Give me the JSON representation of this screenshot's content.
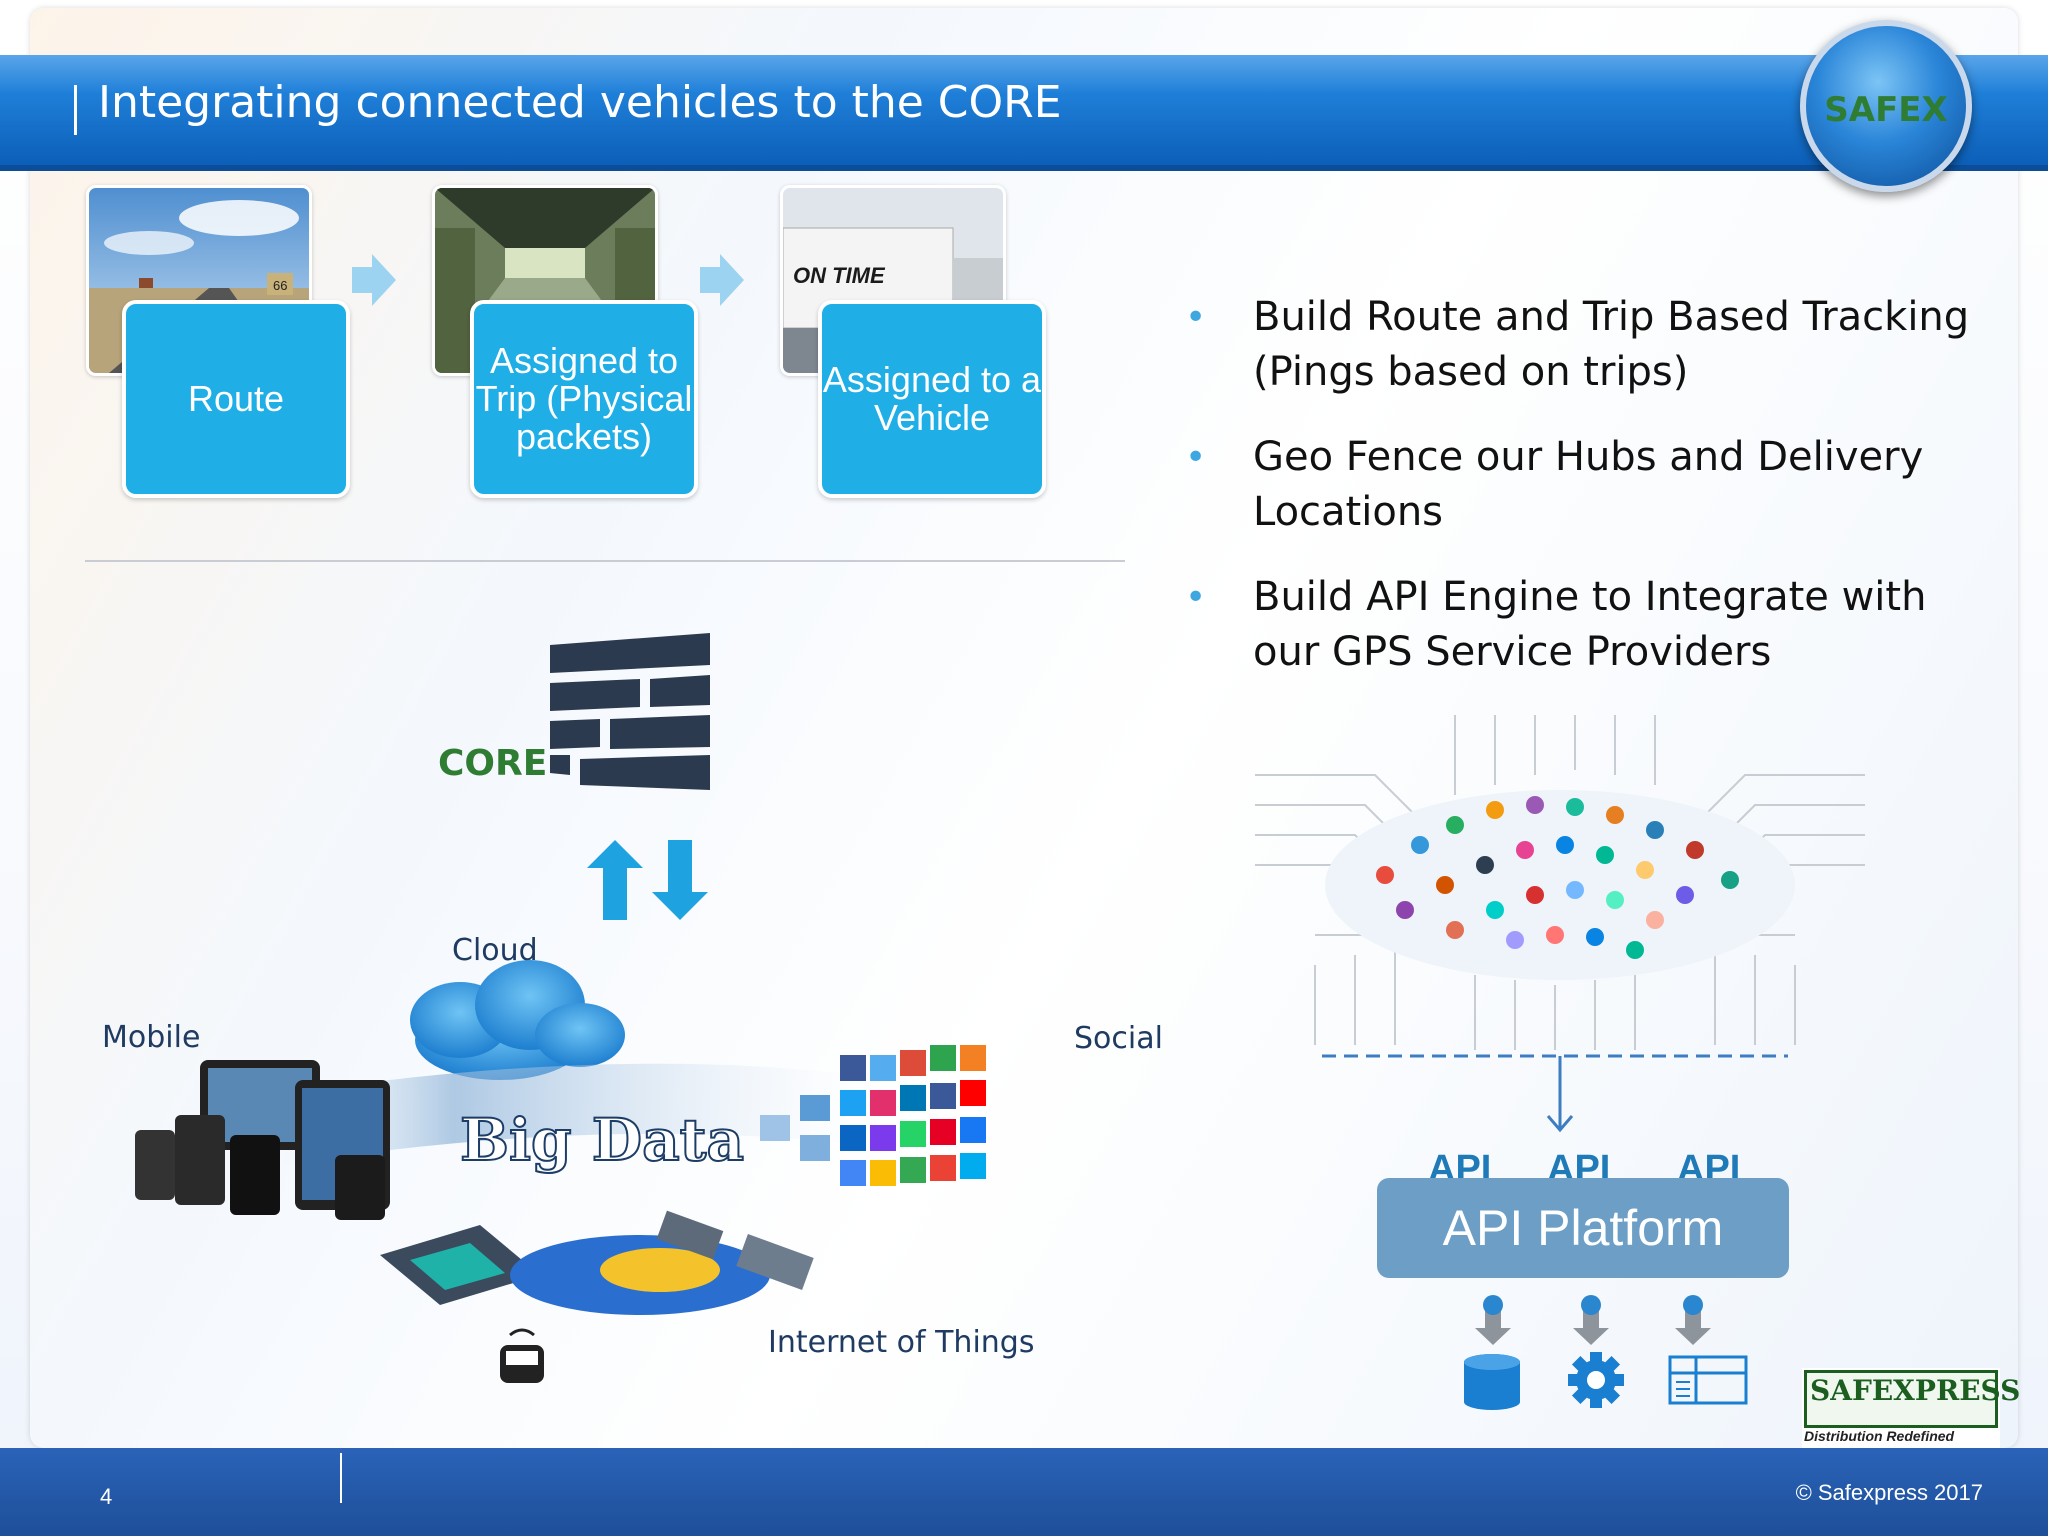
{
  "header": {
    "title": "Integrating connected vehicles to the CORE",
    "badge": "SAFEX"
  },
  "flow": [
    {
      "label": "Route"
    },
    {
      "label": "Assigned to Trip (Physical packets)"
    },
    {
      "label": "Assigned to a Vehicle"
    }
  ],
  "photo_text": {
    "truck_sign": "ON TIME",
    "route_sign": "66"
  },
  "bullets": [
    "Build Route and Trip Based Tracking (Pings based on trips)",
    "Geo Fence our Hubs and Delivery Locations",
    "Build API Engine to Integrate with our GPS Service Providers"
  ],
  "bigdata": {
    "core": "CORE",
    "cloud": "Cloud",
    "mobile": "Mobile",
    "social": "Social",
    "bigdata": "Big Data",
    "iot": "Internet of Things"
  },
  "api": {
    "labels": [
      "API",
      "API",
      "API"
    ],
    "platform": "API Platform"
  },
  "logo": {
    "name": "SAFEXPRESS",
    "tagline": "Distribution Redefined"
  },
  "footer": {
    "page": "4",
    "copyright": "© Safexpress 2017"
  },
  "colors": {
    "header_blue": "#1f7fd8",
    "card_blue": "#20aee6",
    "footer_blue": "#1e4f99",
    "core_green": "#2e7d32"
  }
}
